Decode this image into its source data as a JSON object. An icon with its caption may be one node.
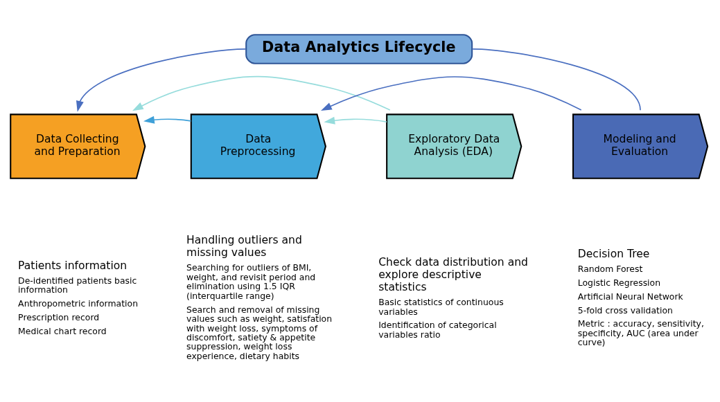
{
  "diagram": {
    "nodes": [
      {
        "text": [
          "Data Analytics Lifecycle"
        ]
      },
      {
        "text": [
          "Data Collecting and Preparation"
        ],
        "beside": [
          "Patients information",
          "De-identified patients basic information",
          "Anthropometric information",
          "Prescription record",
          "Medical chart record"
        ]
      },
      {
        "text": [
          "Data Preprocessing"
        ],
        "beside": [
          "Handling outliers and missing values",
          "Searching for outliers of BMI, weight, and revisit period and elimination using 1.5 IQR (interquartile range)",
          "Search and removal of missing values such as weight, satisfation with weight loss, symptoms of discomfort, satiety & appetite suppression, weight loss experience, dietary habits"
        ]
      },
      {
        "text": [
          "Exploratory Data Analysis (EDA)"
        ],
        "beside": [
          "Check data distribution and explore descriptive statistics",
          "Basic statistics of continuous variables",
          "Identification of categorical variables ratio"
        ]
      },
      {
        "text": [
          "Modeling and Evaluation"
        ],
        "beside": [
          "Decision Tree",
          "Random Forest",
          "Logistic Regression",
          "Artificial Neural Network",
          "5-fold cross validation",
          "Metric : accuracy, sensitivity, specificity, AUC (area under curve)"
        ]
      }
    ],
    "edges": [
      {
        "from": 0,
        "to": 1,
        "arrow": "to"
      },
      {
        "from": 0,
        "to": 4,
        "arrow": "none"
      },
      {
        "from": 4,
        "to": 2,
        "arrow": "to"
      },
      {
        "from": 2,
        "to": 1,
        "arrow": "to",
        "color": "#3fa0d8"
      },
      {
        "from": 3,
        "to": 1,
        "arrow": "to",
        "color": "#96dcdc"
      },
      {
        "from": 3,
        "to": 2,
        "arrow": "to",
        "color": "#96dcdc"
      }
    ]
  }
}
